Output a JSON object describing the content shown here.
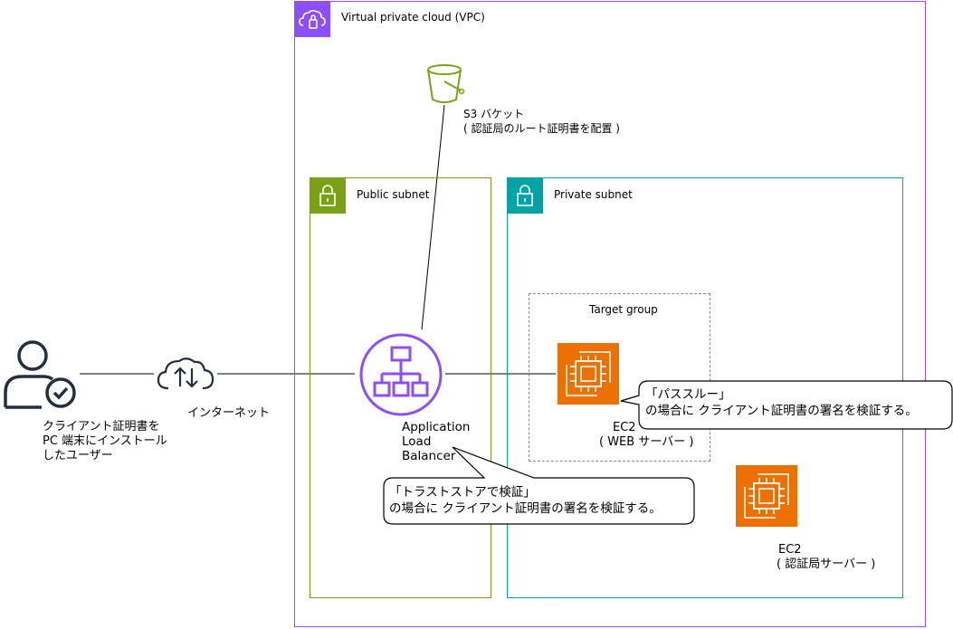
{
  "vpc": {
    "title": "Virtual private cloud (VPC)",
    "color": "#8C4FFF",
    "icon": "cloud-lock-icon"
  },
  "public_subnet": {
    "title": "Public subnet",
    "color": "#7AA116",
    "icon": "lock-icon"
  },
  "private_subnet": {
    "title": "Private subnet",
    "color": "#00A4A6",
    "icon": "lock-icon"
  },
  "target_group": {
    "title": "Target group"
  },
  "s3": {
    "line1": "S3 バケット",
    "line2": "( 認証局のルート証明書を配置 )",
    "icon": "s3-bucket-icon",
    "color": "#7AA116"
  },
  "user": {
    "line1": "クライアント証明書を",
    "line2": "PC 端末にインストール",
    "line3": "したユーザー",
    "icon": "user-check-icon"
  },
  "internet": {
    "label": "インターネット",
    "icon": "cloud-upload-download-icon"
  },
  "alb": {
    "line1": "Application",
    "line2": "Load",
    "line3": "Balancer",
    "icon": "application-load-balancer-icon",
    "color": "#8C4FFF"
  },
  "ec2_web": {
    "line1": "EC2",
    "line2": "( WEB サーバー )",
    "icon": "ec2-chip-icon",
    "color": "#ED7100"
  },
  "ec2_ca": {
    "line1": "EC2",
    "line2": "( 認証局サーバー )",
    "icon": "ec2-chip-icon",
    "color": "#ED7100"
  },
  "callout_passthrough": {
    "line1": "「パススルー」",
    "line2": "の場合に クライアント証明書の署名を検証する。"
  },
  "callout_truststore": {
    "line1": "「トラストストアで検証」",
    "line2": "の場合に クライアント証明書の署名を検証する。"
  }
}
